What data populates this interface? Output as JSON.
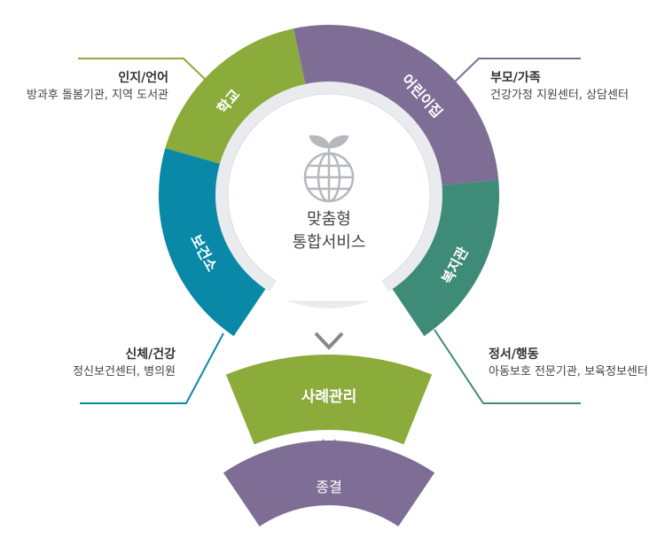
{
  "colors": {
    "green": "#8bab3a",
    "purple": "#7e6e96",
    "teal": "#0a88a8",
    "darkgreen": "#3e8c78"
  },
  "center": {
    "line1": "맞춤형",
    "line2": "통합서비스",
    "icon": "globe-sprout-icon"
  },
  "segments": [
    {
      "label": "학교",
      "caption_title": "인지/언어",
      "caption_desc": "방과후 돌봄기관, 지역 도서관"
    },
    {
      "label": "어린이집",
      "caption_title": "부모/가족",
      "caption_desc": "건강가정 지원센터, 상담센터"
    },
    {
      "label": "보건소",
      "caption_title": "신체/건강",
      "caption_desc": "정신보건센터, 병의원"
    },
    {
      "label": "복지관",
      "caption_title": "정서/행동",
      "caption_desc": "아동보호 전문기관, 보육정보센터"
    }
  ],
  "steps": [
    {
      "label": "사례관리"
    },
    {
      "label": "종결"
    }
  ]
}
